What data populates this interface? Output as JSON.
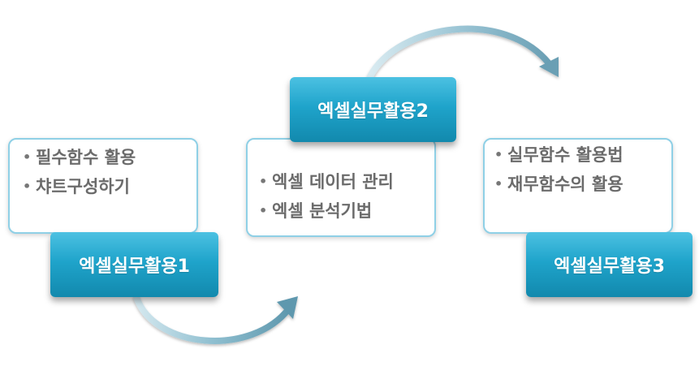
{
  "steps": [
    {
      "title": "엑셀실무활용1",
      "items": [
        "필수함수 활용",
        "챠트구성하기"
      ]
    },
    {
      "title": "엑셀실무활용2",
      "items": [
        "엑셀 데이터 관리",
        "엑셀 분석기법"
      ]
    },
    {
      "title": "엑셀실무활용3",
      "items": [
        "실무함수 활용법",
        "재무함수의 활용"
      ]
    }
  ],
  "bullet": "•",
  "colors": {
    "label_box": "#1fa4cb",
    "card_border": "#8fd0e6",
    "item_text": "#6b6b6b",
    "arrow": "#6fa8be"
  }
}
